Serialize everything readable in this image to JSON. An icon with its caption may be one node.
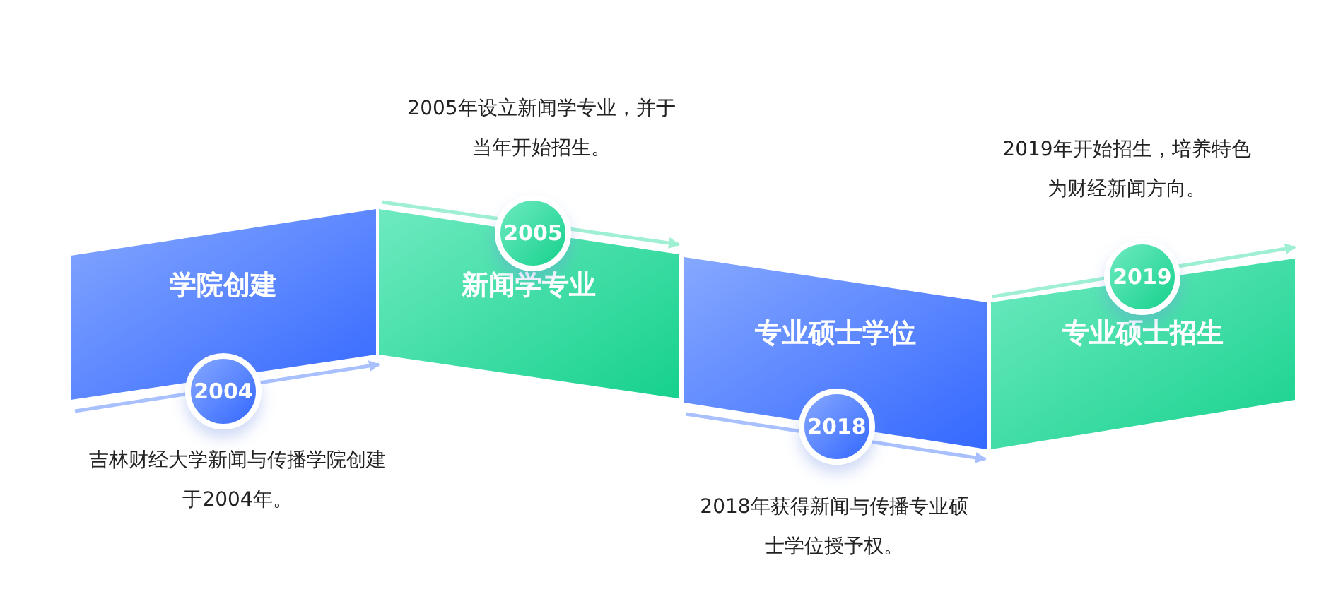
{
  "diagram": {
    "nodes": [
      {
        "text": [
          "学院创建"
        ]
      },
      {
        "text": [
          "新闻学专业"
        ]
      },
      {
        "text": [
          "专业硕士学位"
        ]
      },
      {
        "text": [
          "专业硕士招生"
        ]
      },
      {
        "text": [
          "2004"
        ],
        "beside": [
          "吉林财经大学新闻与传播学院创建于2004年。"
        ]
      },
      {
        "text": [
          "2005"
        ],
        "beside": [
          "2005年设立新闻学专业，并于当年开始招生。"
        ]
      },
      {
        "text": [
          "2018"
        ],
        "beside": [
          "2018年获得新闻与传播专业硕士学位授予权。"
        ]
      },
      {
        "text": [
          "2019"
        ],
        "beside": [
          "2019年开始招生，培养特色为财经新闻方向。"
        ]
      }
    ]
  }
}
